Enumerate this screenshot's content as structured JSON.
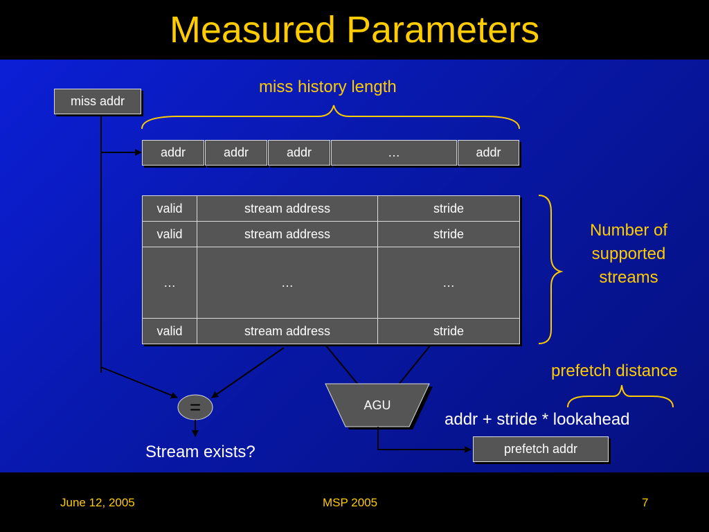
{
  "slide": {
    "title": "Measured Parameters",
    "footer": {
      "date": "June 12, 2005",
      "conference": "MSP 2005",
      "page": "7"
    }
  },
  "diagram": {
    "miss_addr_label": "miss addr",
    "miss_history_label": "miss history length",
    "history_cells": [
      "addr",
      "addr",
      "addr",
      "…",
      "addr"
    ],
    "stream_table": {
      "rows": [
        [
          "valid",
          "stream address",
          "stride"
        ],
        [
          "valid",
          "stream address",
          "stride"
        ],
        [
          "…",
          "…",
          "…"
        ],
        [
          "valid",
          "stream address",
          "stride"
        ]
      ]
    },
    "streams_label_lines": [
      "Number of",
      "supported",
      "streams"
    ],
    "prefetch_distance_label": "prefetch distance",
    "formula": "addr + stride * lookahead",
    "agu_label": "AGU",
    "compare_symbol": "=",
    "stream_exists_label": "Stream exists?",
    "prefetch_addr_label": "prefetch addr",
    "colors": {
      "accent": "#FFCC00",
      "box_fill": "#555555",
      "background": "#0818a8"
    }
  }
}
